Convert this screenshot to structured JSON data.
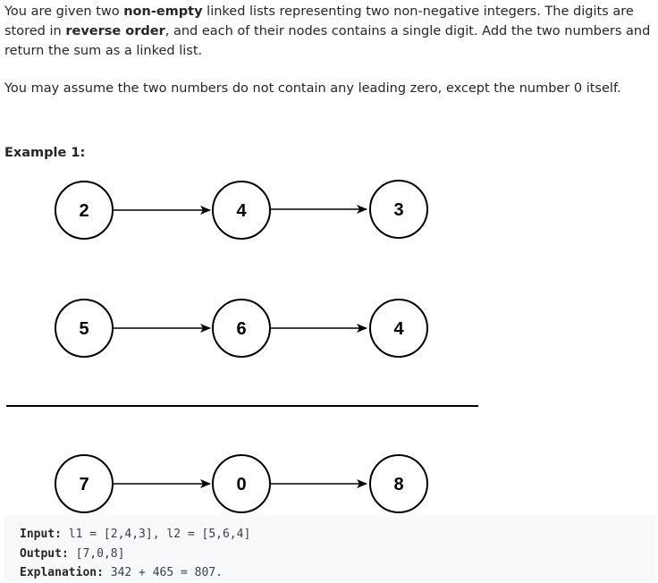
{
  "description": {
    "p1": {
      "t1": "You are given two ",
      "b1": "non-empty",
      "t2": " linked lists representing two non-negative integers. The digits are stored in ",
      "b2": "reverse order",
      "t3": ", and each of their nodes contains a single digit. Add the two numbers and return the sum as a linked list."
    },
    "p2": "You may assume the two numbers do not contain any leading zero, except the number 0 itself."
  },
  "example": {
    "title": "Example 1:",
    "diagram": {
      "list1": [
        "2",
        "4",
        "3"
      ],
      "list2": [
        "5",
        "6",
        "4"
      ],
      "result": [
        "7",
        "0",
        "8"
      ]
    },
    "input_label": "Input:",
    "input_value": " l1 = [2,4,3], l2 = [5,6,4]",
    "output_label": "Output:",
    "output_value": " [7,0,8]",
    "explanation_label": "Explanation:",
    "explanation_value": " 342 + 465 = 807."
  }
}
